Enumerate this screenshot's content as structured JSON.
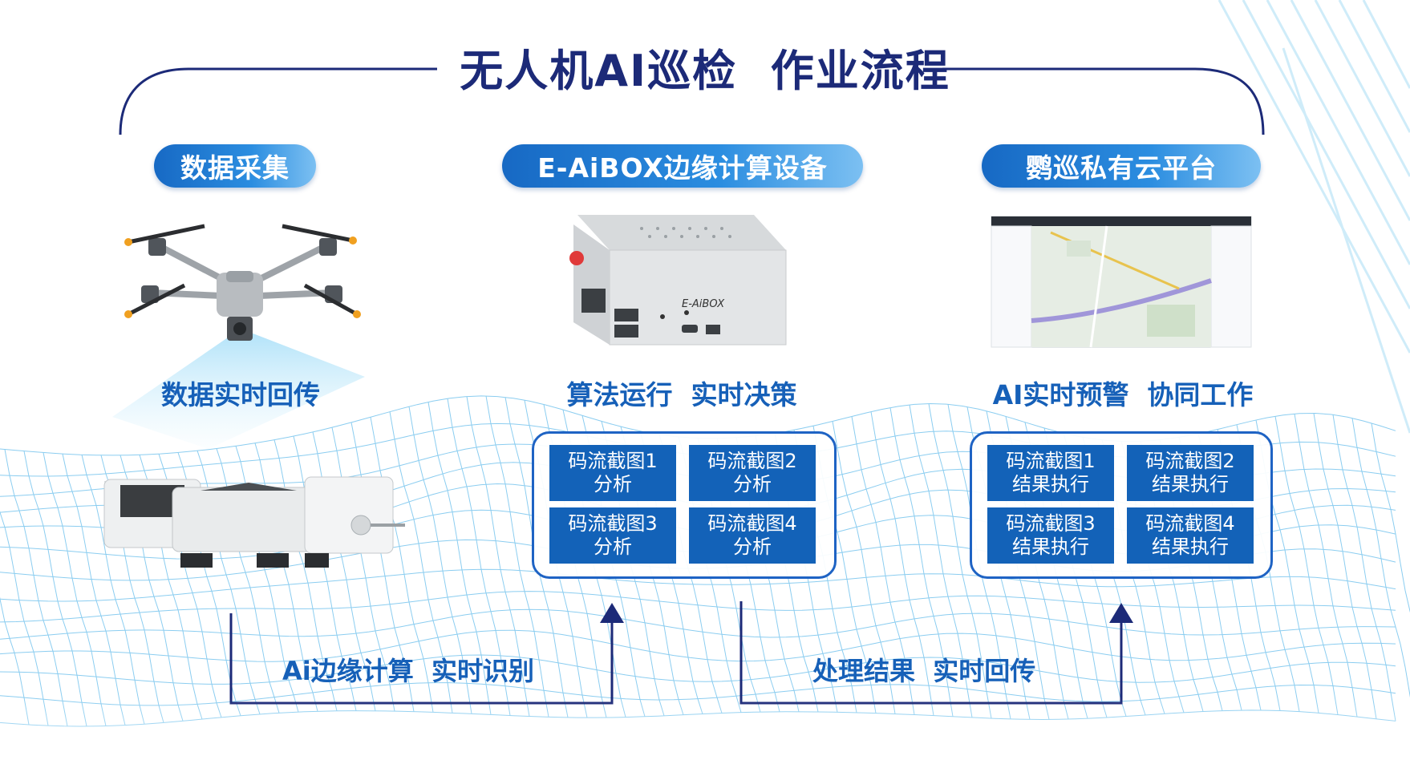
{
  "title": "无人机AI巡检  作业流程",
  "columns": [
    {
      "heading": "数据采集",
      "caption": "数据实时回传"
    },
    {
      "heading": "E-AiBOX边缘计算设备",
      "caption": "算法运行  实时决策",
      "device_label": "E-AiBOX"
    },
    {
      "heading": "鹦巡私有云平台",
      "caption": "AI实时预警  协同工作"
    }
  ],
  "analysis_panel": [
    {
      "line1": "码流截图1",
      "line2": "分析"
    },
    {
      "line1": "码流截图2",
      "line2": "分析"
    },
    {
      "line1": "码流截图3",
      "line2": "分析"
    },
    {
      "line1": "码流截图4",
      "line2": "分析"
    }
  ],
  "result_panel": [
    {
      "line1": "码流截图1",
      "line2": "结果执行"
    },
    {
      "line1": "码流截图2",
      "line2": "结果执行"
    },
    {
      "line1": "码流截图3",
      "line2": "结果执行"
    },
    {
      "line1": "码流截图4",
      "line2": "结果执行"
    }
  ],
  "flows": [
    {
      "label": "Ai边缘计算  实时识别"
    },
    {
      "label": "处理结果  实时回传"
    }
  ],
  "colors": {
    "title": "#1c2a78",
    "accent": "#1660b8",
    "cell": "#1362b8",
    "arrow": "#1c2a78"
  }
}
